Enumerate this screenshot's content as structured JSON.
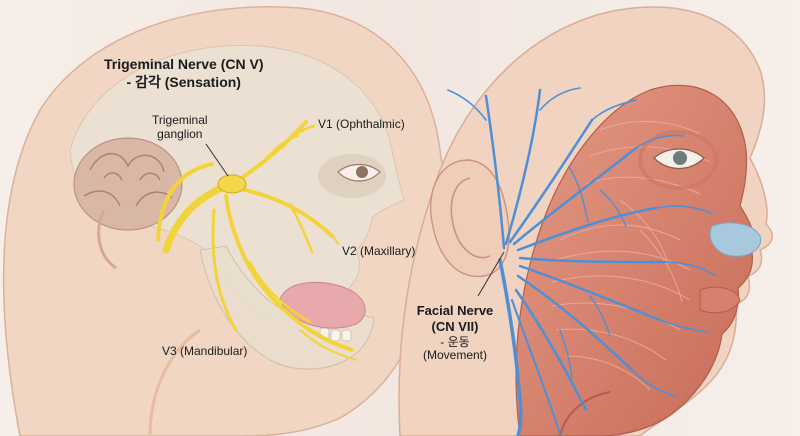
{
  "labels": {
    "trigeminal_title": "Trigeminal Nerve (CN V)",
    "trigeminal_subtitle": "- 감각 (Sensation)",
    "ganglion_line1": "Trigeminal",
    "ganglion_line2": "ganglion",
    "v1": "V1 (Ophthalmic)",
    "v2": "V2 (Maxillary)",
    "v3": "V3 (Mandibular)",
    "facial_line1": "Facial Nerve",
    "facial_line2": "(CN VII)",
    "facial_line3": "- 운동",
    "facial_line4": "(Movement)"
  },
  "colors": {
    "background": "#f4ece6",
    "skin": "#f1d6c4",
    "skin_shadow": "#e6bca4",
    "bone": "#ebe4d6",
    "brain": "#d9b7a6",
    "trigeminal_nerve": "#f2d43a",
    "facial_nerve": "#4f8fd6",
    "muscle": "#d9826b",
    "muscle_dark": "#bf6553",
    "tongue": "#e8a9ac"
  },
  "icons": {
    "brain": "brain-icon",
    "skull": "skull-icon",
    "ear": "ear-icon",
    "eye": "eye-icon"
  }
}
